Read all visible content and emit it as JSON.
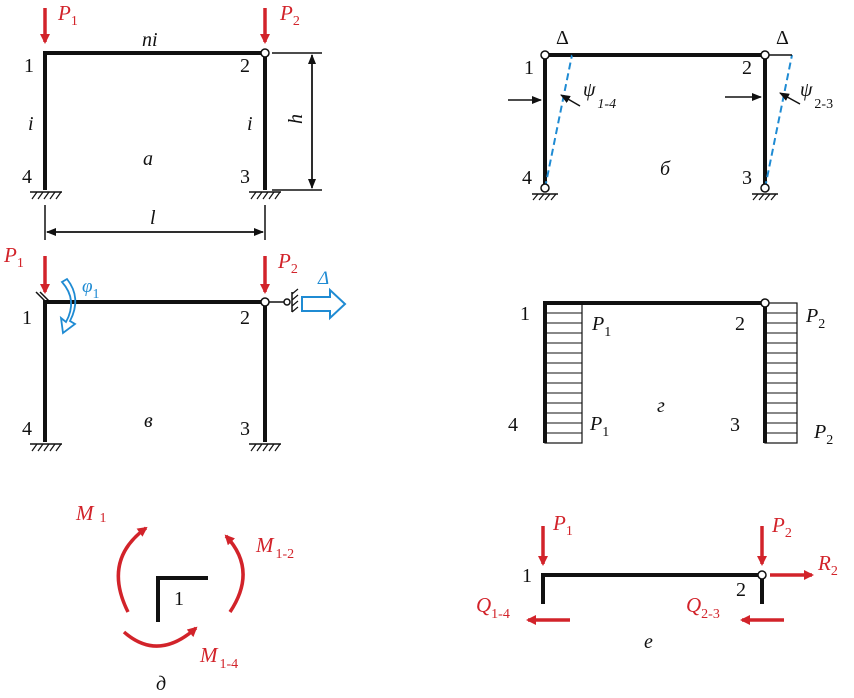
{
  "panel_a": {
    "load_1": "P",
    "load_1_sub": "1",
    "load_2": "P",
    "load_2_sub": "2",
    "beam_stiffness": "ni",
    "col_left_stiffness": "i",
    "col_right_stiffness": "i",
    "height": "h",
    "span": "l",
    "node_1": "1",
    "node_2": "2",
    "node_3": "3",
    "node_4": "4",
    "caption": "а"
  },
  "panel_b": {
    "node_1": "1",
    "node_2": "2",
    "node_3": "3",
    "node_4": "4",
    "delta_left": "Δ",
    "delta_right": "Δ",
    "psi_left": "ψ",
    "psi_left_sub": "1-4",
    "psi_right": "ψ",
    "psi_right_sub": "2-3",
    "caption": "б"
  },
  "panel_v": {
    "load_1": "P",
    "load_1_sub": "1",
    "load_2": "P",
    "load_2_sub": "2",
    "rotation": "φ",
    "rotation_sub": "1",
    "displacement": "Δ",
    "node_1": "1",
    "node_2": "2",
    "node_3": "3",
    "node_4": "4",
    "caption": "в"
  },
  "panel_g": {
    "node_1": "1",
    "node_2": "2",
    "node_3": "3",
    "node_4": "4",
    "force_top_left": "P",
    "force_top_left_sub": "1",
    "force_bottom_left": "P",
    "force_bottom_left_sub": "1",
    "force_top_right": "P",
    "force_top_right_sub": "2",
    "force_bottom_right": "P",
    "force_bottom_right_sub": "2",
    "caption": "г"
  },
  "panel_d": {
    "moment_1": "M",
    "moment_1_sub": "1",
    "moment_12": "M",
    "moment_12_sub": "1-2",
    "moment_14": "M",
    "moment_14_sub": "1-4",
    "node": "1",
    "caption": "д"
  },
  "panel_e": {
    "load_1": "P",
    "load_1_sub": "1",
    "load_2": "P",
    "load_2_sub": "2",
    "reaction": "R",
    "reaction_sub": "2",
    "shear_left": "Q",
    "shear_left_sub": "1-4",
    "shear_right": "Q",
    "shear_right_sub": "2-3",
    "node_1": "1",
    "node_2": "2",
    "caption": "е"
  },
  "colors": {
    "load": "#d2232a",
    "deformation": "#1f8bd3",
    "frame": "#111111"
  }
}
